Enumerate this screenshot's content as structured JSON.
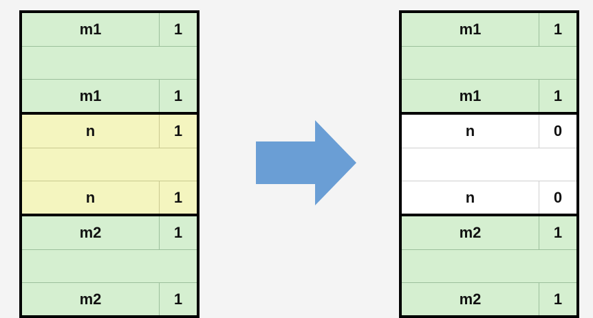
{
  "left": {
    "blocks": [
      {
        "color": "green",
        "rows": [
          {
            "label": "m1",
            "flag": "1"
          },
          {
            "label": "",
            "flag": ""
          },
          {
            "label": "m1",
            "flag": "1"
          }
        ]
      },
      {
        "color": "yellow",
        "rows": [
          {
            "label": "n",
            "flag": "1"
          },
          {
            "label": "",
            "flag": ""
          },
          {
            "label": "n",
            "flag": "1"
          }
        ]
      },
      {
        "color": "green",
        "rows": [
          {
            "label": "m2",
            "flag": "1"
          },
          {
            "label": "",
            "flag": ""
          },
          {
            "label": "m2",
            "flag": "1"
          }
        ]
      }
    ]
  },
  "right": {
    "blocks": [
      {
        "color": "green",
        "rows": [
          {
            "label": "m1",
            "flag": "1"
          },
          {
            "label": "",
            "flag": ""
          },
          {
            "label": "m1",
            "flag": "1"
          }
        ]
      },
      {
        "color": "white",
        "rows": [
          {
            "label": "n",
            "flag": "0"
          },
          {
            "label": "",
            "flag": ""
          },
          {
            "label": "n",
            "flag": "0"
          }
        ]
      },
      {
        "color": "green",
        "rows": [
          {
            "label": "m2",
            "flag": "1"
          },
          {
            "label": "",
            "flag": ""
          },
          {
            "label": "m2",
            "flag": "1"
          }
        ]
      }
    ]
  },
  "colors": {
    "green": "#d5efd0",
    "yellow": "#f4f5bf",
    "white": "#ffffff",
    "arrow": "#6a9ed5"
  },
  "arrow": {
    "icon": "right-arrow-icon"
  }
}
